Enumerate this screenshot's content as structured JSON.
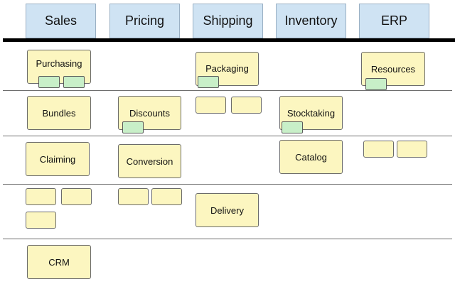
{
  "columns": [
    "Sales",
    "Pricing",
    "Shipping",
    "Inventory",
    "ERP"
  ],
  "cards": {
    "purchasing": "Purchasing",
    "packaging": "Packaging",
    "resources": "Resources",
    "bundles": "Bundles",
    "discounts": "Discounts",
    "stocktaking": "Stocktaking",
    "claiming": "Claiming",
    "conversion": "Conversion",
    "catalog": "Catalog",
    "delivery": "Delivery",
    "crm": "CRM"
  },
  "colors": {
    "header_fill": "#cfe3f3",
    "card_fill": "#fcf6c0",
    "tag_fill": "#c8efc8"
  }
}
